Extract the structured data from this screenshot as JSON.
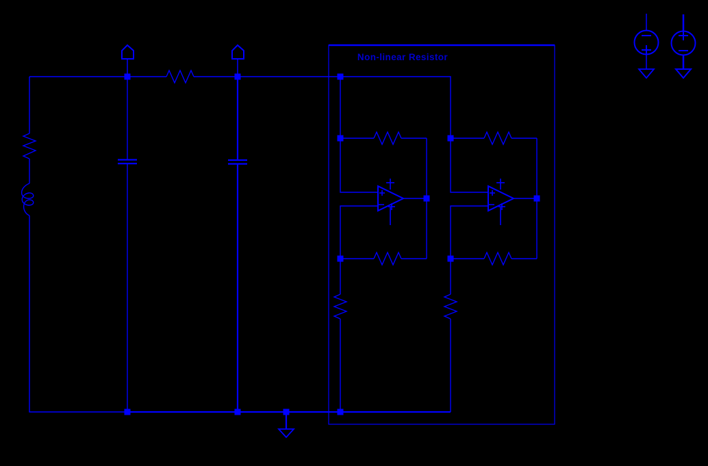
{
  "canvas": {
    "background": "#000000",
    "wire_color": "#0000ff",
    "title_color": "#0000cc"
  },
  "schematic": {
    "title": "Non-linear Resistor",
    "polarity": {
      "plus": "+",
      "minus": "−"
    },
    "components": [
      {
        "id": "io-port-1",
        "type": "input-port"
      },
      {
        "id": "io-port-2",
        "type": "input-port"
      },
      {
        "id": "left-resistor",
        "type": "resistor"
      },
      {
        "id": "left-inductor",
        "type": "inductor"
      },
      {
        "id": "capacitor-1",
        "type": "capacitor"
      },
      {
        "id": "capacitor-2",
        "type": "capacitor"
      },
      {
        "id": "series-resistor",
        "type": "resistor"
      },
      {
        "id": "nonlinear-resistor-box",
        "type": "subcircuit-boundary"
      },
      {
        "id": "opamp-1",
        "type": "opamp"
      },
      {
        "id": "opamp-2",
        "type": "opamp"
      },
      {
        "id": "feedback-resistor-1-top",
        "type": "resistor"
      },
      {
        "id": "feedback-resistor-1-bottom",
        "type": "resistor"
      },
      {
        "id": "feedback-resistor-2-top",
        "type": "resistor"
      },
      {
        "id": "feedback-resistor-2-bottom",
        "type": "resistor"
      },
      {
        "id": "load-resistor-1",
        "type": "resistor"
      },
      {
        "id": "load-resistor-2",
        "type": "resistor"
      },
      {
        "id": "ground-main",
        "type": "ground"
      },
      {
        "id": "vsource-negative",
        "type": "dc-voltage-source"
      },
      {
        "id": "vsource-positive",
        "type": "dc-voltage-source"
      },
      {
        "id": "ground-vneg",
        "type": "ground"
      },
      {
        "id": "ground-vpos",
        "type": "ground"
      }
    ]
  }
}
